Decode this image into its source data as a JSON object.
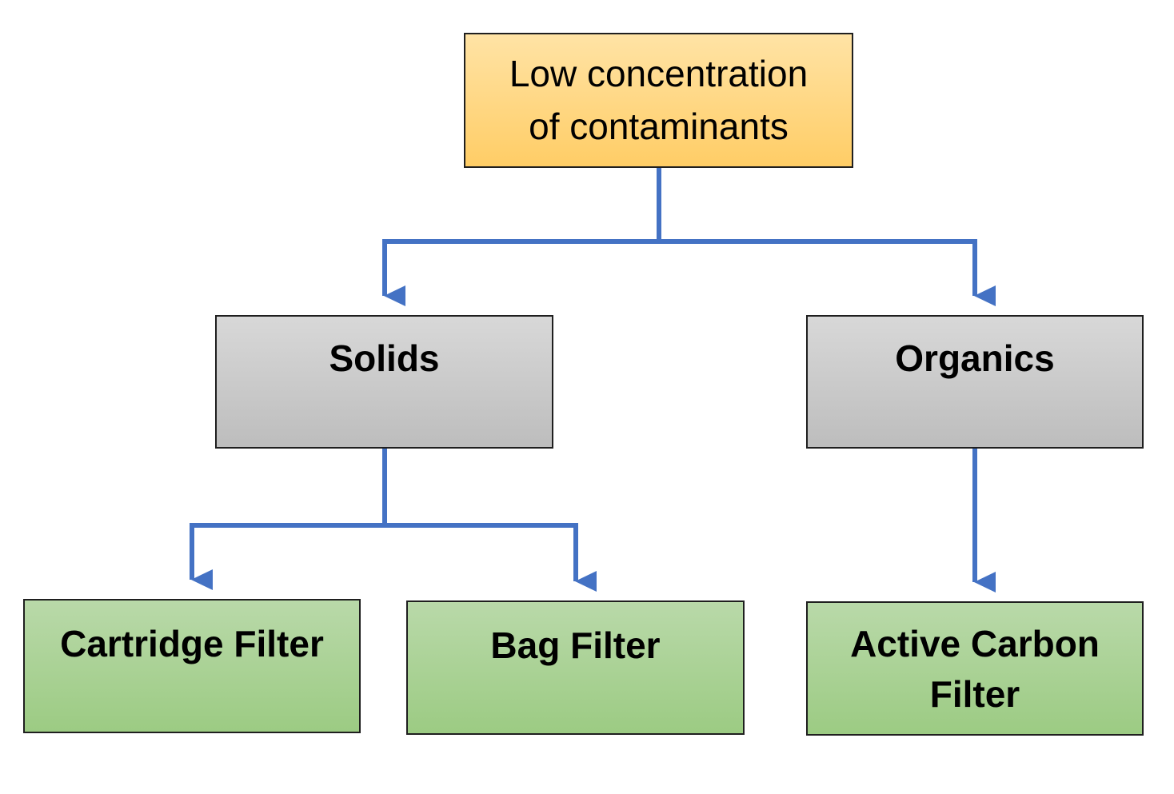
{
  "diagram": {
    "root": {
      "line1": "Low concentration",
      "line2": "of contaminants"
    },
    "categories": [
      {
        "label": "Solids"
      },
      {
        "label": "Organics"
      }
    ],
    "methods": [
      {
        "label": "Cartridge Filter"
      },
      {
        "label": "Bag Filter"
      },
      {
        "line1": "Active Carbon",
        "line2": "Filter"
      }
    ],
    "colors": {
      "connector": "#4472c4",
      "root_fill": "#ffd275",
      "category_fill": "#c8c8c8",
      "method_fill": "#a9d18e",
      "border": "#1f1f1f"
    }
  }
}
